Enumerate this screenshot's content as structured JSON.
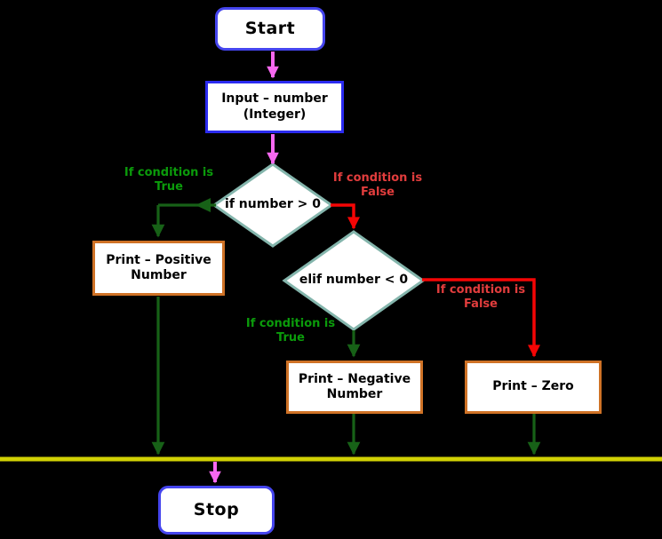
{
  "diagram": {
    "nodes": {
      "start": {
        "label": "Start",
        "type": "terminal"
      },
      "input": {
        "label": "Input – number\n(Integer)",
        "type": "process"
      },
      "decision_if": {
        "label": "if number > 0",
        "type": "decision"
      },
      "decision_elif": {
        "label": "elif number < 0",
        "type": "decision"
      },
      "print_positive": {
        "label": "Print – Positive\nNumber",
        "type": "process"
      },
      "print_negative": {
        "label": "Print – Negative\nNumber",
        "type": "process"
      },
      "print_zero": {
        "label": "Print – Zero",
        "type": "process"
      },
      "stop": {
        "label": "Stop",
        "type": "terminal"
      }
    },
    "edge_labels": {
      "if_true": "If condition is\nTrue",
      "if_false": "If condition is\nFalse",
      "elif_true": "If condition is\nTrue",
      "elif_false": "If condition is\nFalse"
    },
    "colors": {
      "background": "#000000",
      "terminal_border": "#4545ee",
      "process_border_blue": "#2b2bf0",
      "process_border_orange": "#cf7226",
      "diamond_border": "#84b5ac",
      "shape_fill": "#ffffff",
      "arrow_magenta": "#f768f0",
      "arrow_green": "#176117",
      "arrow_red": "#f50505",
      "label_green": "#0b9b0b",
      "label_red": "#e23d3d",
      "divider_yellow": "#d1d104",
      "text": "#000000"
    }
  }
}
